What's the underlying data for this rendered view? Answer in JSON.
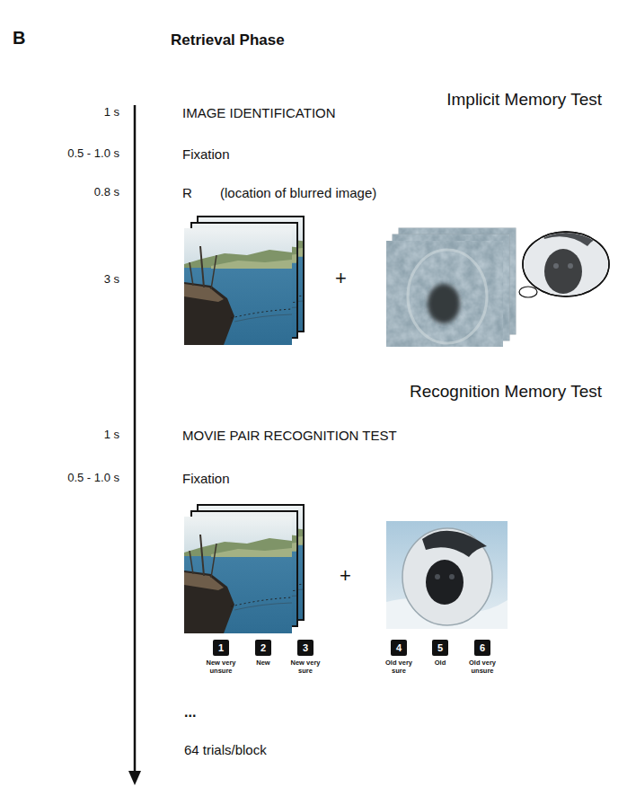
{
  "diagram": {
    "title": "Retrieval Phase",
    "nodes": [
      {
        "text": [
          "1",
          "New very unsure"
        ]
      },
      {
        "text": [
          "2",
          "New"
        ]
      },
      {
        "text": [
          "3",
          "New very sure"
        ]
      },
      {
        "text": [
          "4",
          "Old very sure"
        ]
      },
      {
        "text": [
          "5",
          "Old"
        ]
      },
      {
        "text": [
          "6",
          "Old very unsure"
        ]
      }
    ],
    "labels": [
      "B",
      "Implicit Memory Test",
      "1 s",
      "IMAGE IDENTIFICATION",
      "0.5 - 1.0 s",
      "Fixation",
      "0.8 s",
      "R",
      "(location of blurred image)",
      "3 s",
      "+",
      "Recognition Memory Test",
      "1 s",
      "MOVIE PAIR RECOGNITION TEST",
      "0.5 - 1.0 s",
      "Fixation",
      "+",
      "...",
      "64 trials/block"
    ]
  }
}
